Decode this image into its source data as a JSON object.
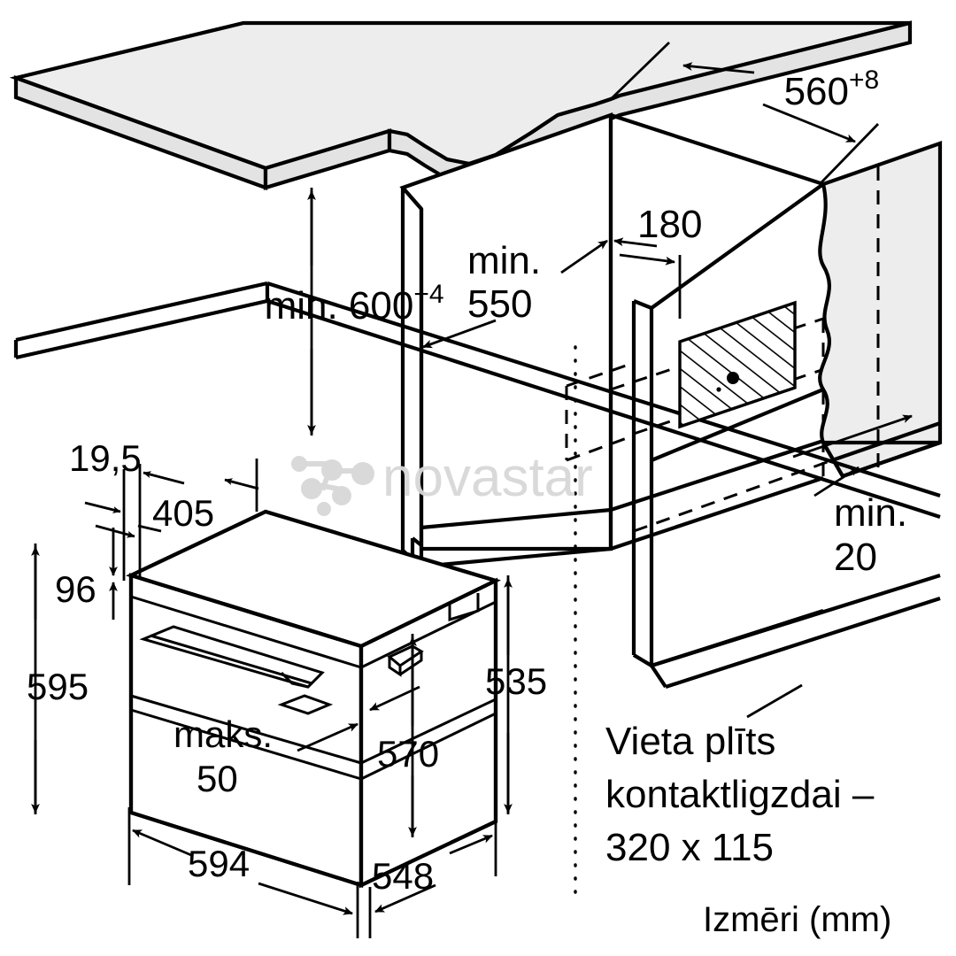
{
  "diagram": {
    "title": "Built-in oven installation dimensions",
    "units_caption": "Izmēri (mm)",
    "socket_note": {
      "line1": "Vieta plīts",
      "line2": "kontaktligzdai –",
      "line3": "320 x 115"
    },
    "watermark": "novastar",
    "colors": {
      "line": "#000000",
      "panel_fill": "#ededed",
      "watermark": "#d8d8d8",
      "background": "#ffffff"
    }
  },
  "dimensions": {
    "niche_width_top": {
      "value": "560",
      "tolerance": "+8",
      "label": "560"
    },
    "niche_height": {
      "prefix": "min. ",
      "value": "600",
      "tolerance": "+4",
      "label": "min. 600"
    },
    "niche_depth": {
      "line1": "min.",
      "line2": "550"
    },
    "socket_offset": {
      "value": "180"
    },
    "rear_gap": {
      "line1": "min.",
      "line2": "20"
    },
    "panel_thickness": {
      "value": "19,5"
    },
    "handle_depth": {
      "value": "405"
    },
    "top_offset": {
      "value": "96"
    },
    "oven_front_height": {
      "value": "595"
    },
    "oven_body_height": {
      "value": "570"
    },
    "oven_depth_side": {
      "value": "535"
    },
    "oven_front_width": {
      "value": "594"
    },
    "oven_body_depth": {
      "value": "548"
    },
    "door_gap": {
      "line1": "maks.",
      "line2": "50"
    }
  },
  "chart_data": {
    "type": "table",
    "title": "Izmēri (mm)",
    "categories": [
      "560+8",
      "min. 600+4",
      "min. 550",
      "180",
      "min. 20",
      "19,5",
      "405",
      "96",
      "595",
      "570",
      "535",
      "594",
      "548",
      "maks. 50",
      "320 x 115"
    ],
    "values": [
      560,
      600,
      550,
      180,
      20,
      19.5,
      405,
      96,
      595,
      570,
      535,
      594,
      548,
      50,
      320
    ]
  }
}
